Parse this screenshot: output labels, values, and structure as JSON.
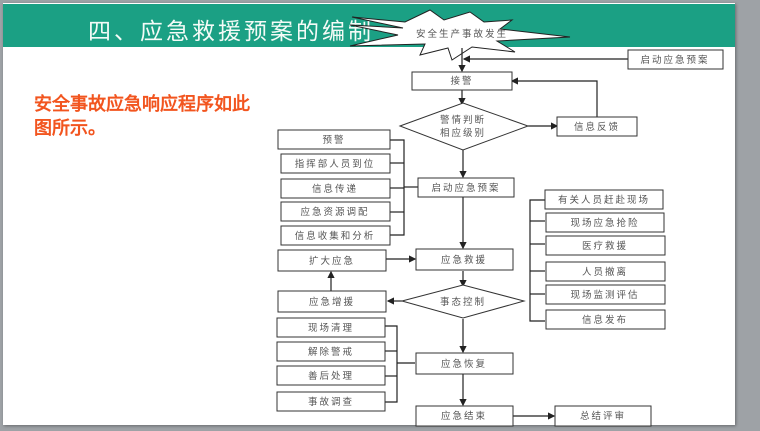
{
  "slide": {
    "title": "四、应急救援预案的编制",
    "description": "安全事故应急响应程序如此图所示。",
    "colors": {
      "header": "#1ba084",
      "description": "#f2551f",
      "title": "#f4fbf7"
    }
  },
  "flowchart": {
    "start": "安全生产事故发生",
    "nodes": {
      "receive_alarm": "接警",
      "judge": [
        "警情判断",
        "相应级别"
      ],
      "feedback": "信息反馈",
      "activate_plan_top": "启动应急预案",
      "activate_plan": "启动应急预案",
      "rescue": "应急救援",
      "expand": "扩大应急",
      "control": "事态控制",
      "reinforce": "应急增援",
      "recovery": "应急恢复",
      "end": "应急结束",
      "review": "总结评审"
    },
    "activation_steps": [
      "预警",
      "指挥部人员到位",
      "信息传递",
      "应急资源调配",
      "信息收集和分析"
    ],
    "rescue_actions": [
      "有关人员赶赴现场",
      "现场应急抢险",
      "医疗救援",
      "人员撤离",
      "现场监测评估",
      "信息发布"
    ],
    "recovery_steps": [
      "现场清理",
      "解除警戒",
      "善后处理",
      "事故调查"
    ]
  }
}
